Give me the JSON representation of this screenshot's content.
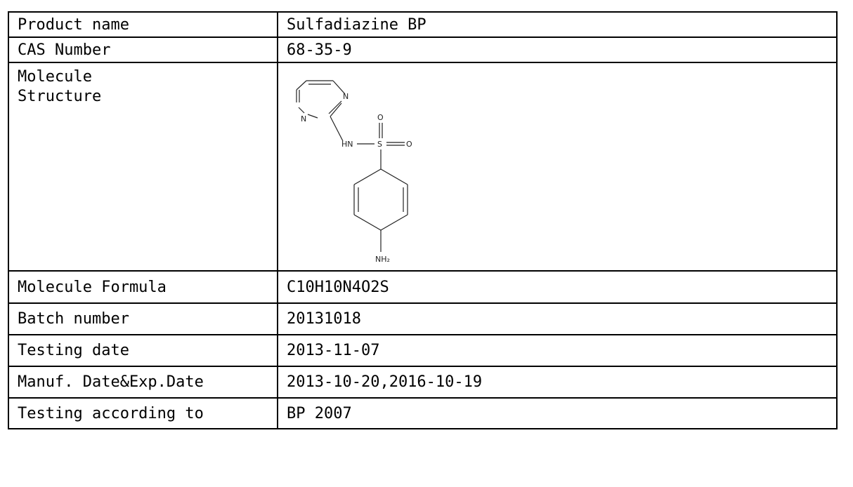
{
  "header": {
    "fragment": ""
  },
  "table": {
    "rows": [
      {
        "label": "Product name",
        "value": "Sulfadiazine BP"
      },
      {
        "label": "CAS Number",
        "value": "68-35-9"
      },
      {
        "label_line1": "Molecule",
        "label_line2": "Structure",
        "structure": {
          "atoms": [
            "N",
            "N",
            "O",
            "HN",
            "S",
            "O",
            "NH₂"
          ]
        }
      },
      {
        "label": "Molecule Formula",
        "value": "C10H10N4O2S"
      },
      {
        "label": "Batch number",
        "value": "20131018"
      },
      {
        "label": "Testing date",
        "value": "2013-11-07"
      },
      {
        "label": "Manuf. Date&Exp.Date",
        "value": "2013-10-20,2016-10-19"
      },
      {
        "label": "Testing according to",
        "value": "BP 2007"
      }
    ]
  }
}
